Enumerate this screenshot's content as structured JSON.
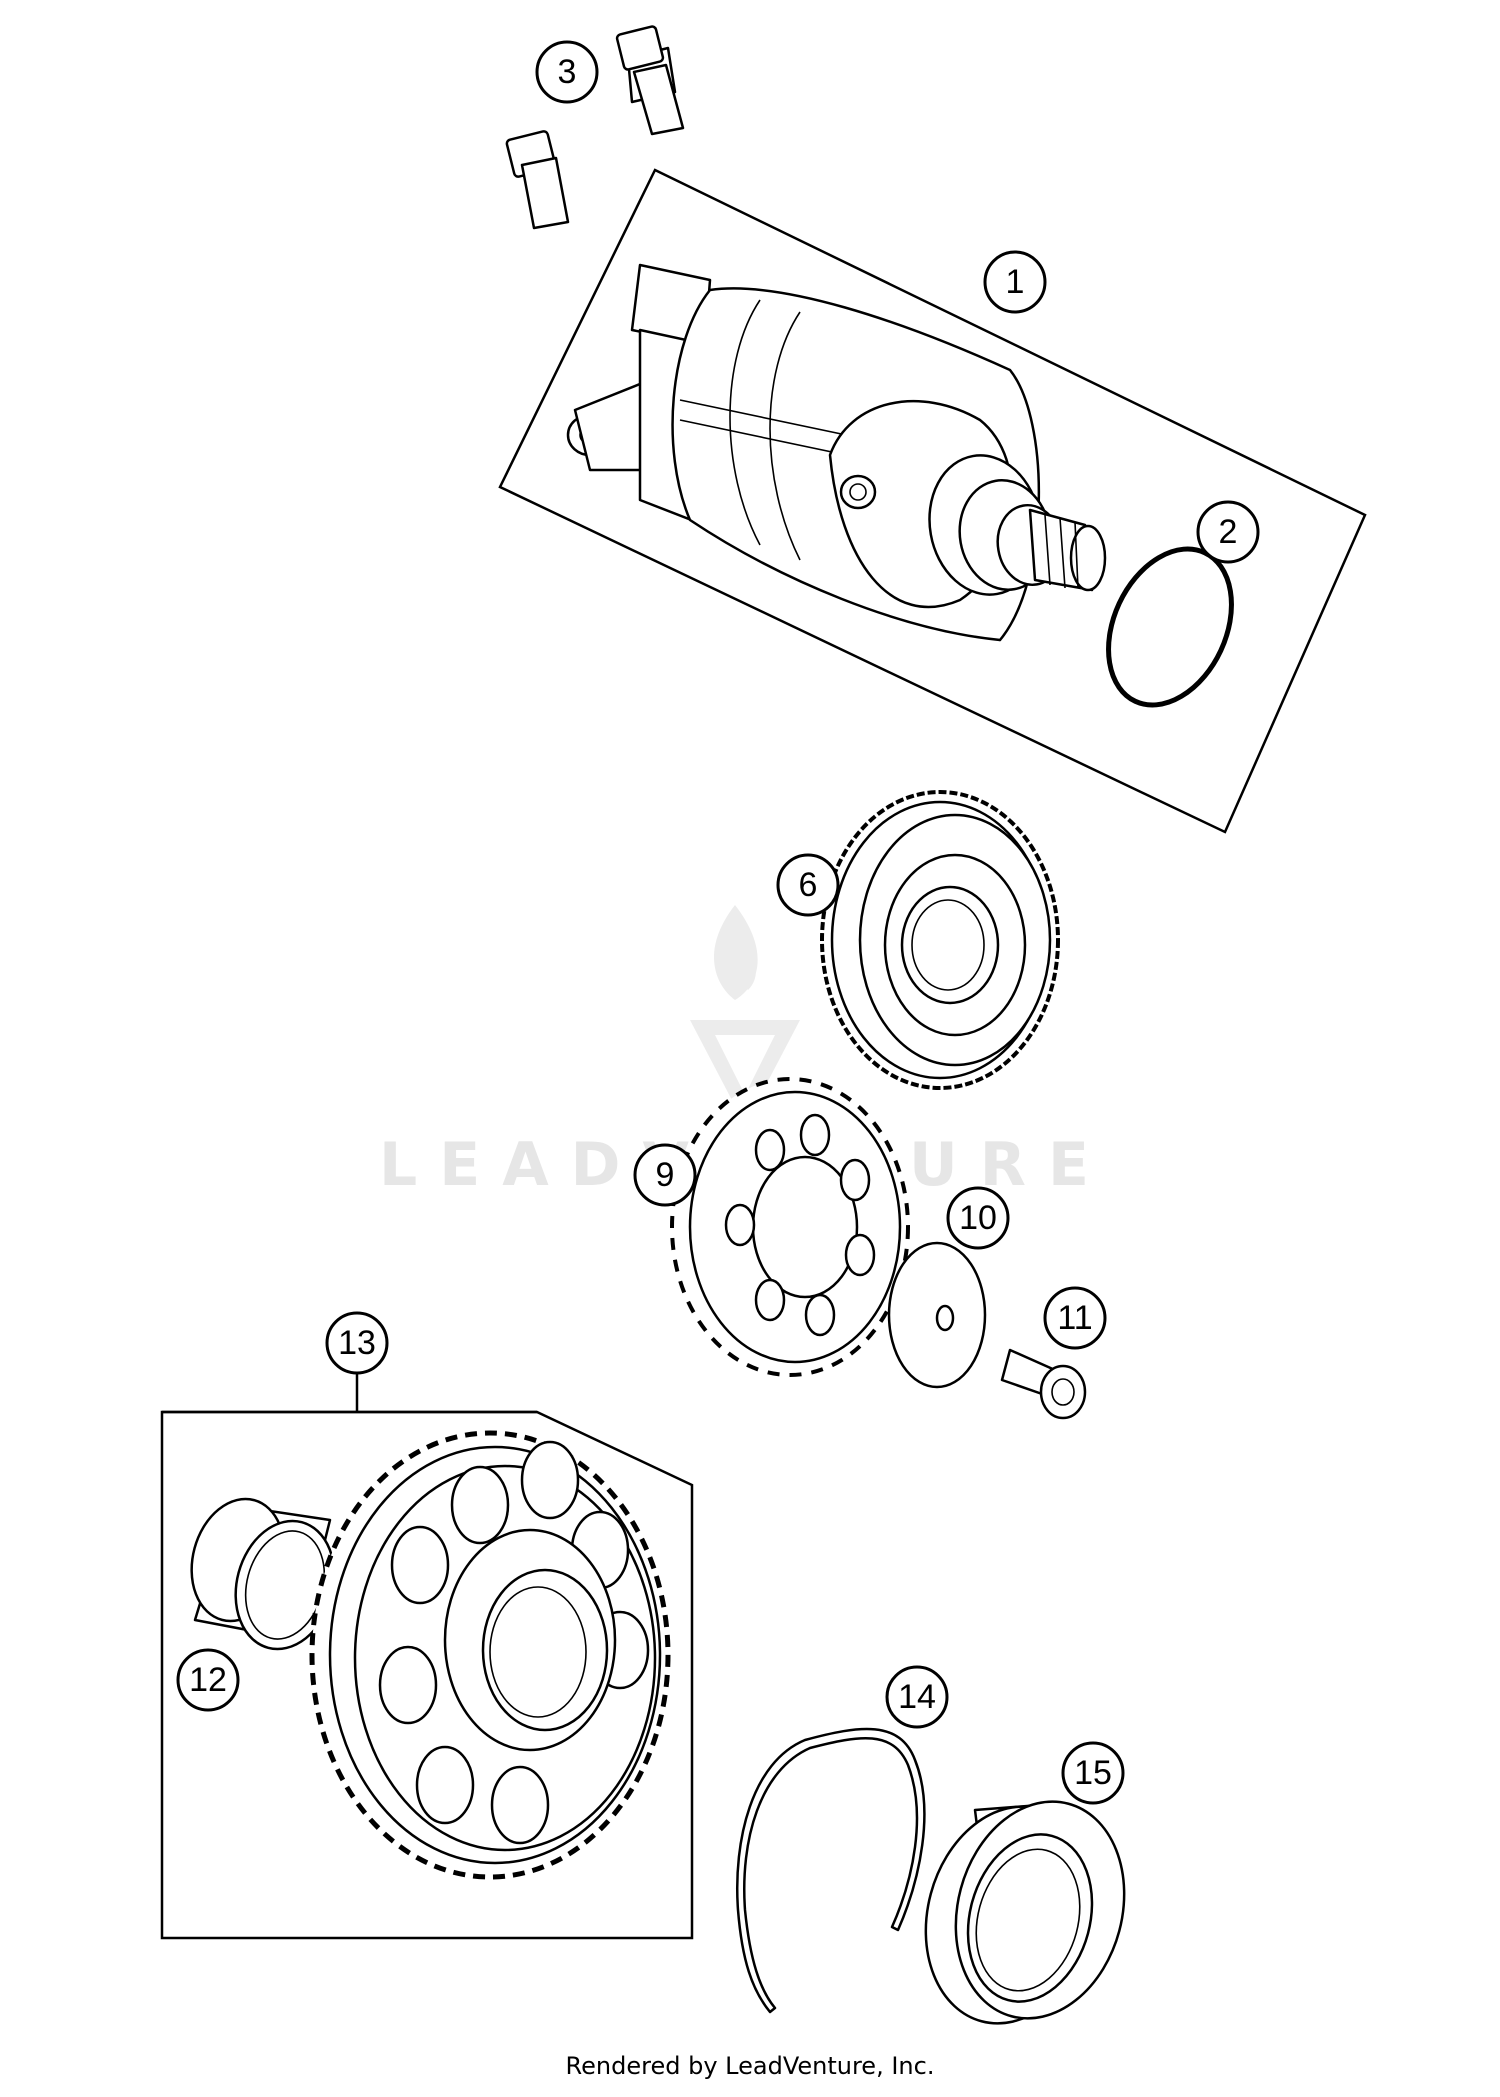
{
  "callouts": [
    {
      "id": "1",
      "label": "1"
    },
    {
      "id": "2",
      "label": "2"
    },
    {
      "id": "3",
      "label": "3"
    },
    {
      "id": "6",
      "label": "6"
    },
    {
      "id": "9",
      "label": "9"
    },
    {
      "id": "10",
      "label": "10"
    },
    {
      "id": "11",
      "label": "11"
    },
    {
      "id": "12",
      "label": "12"
    },
    {
      "id": "13",
      "label": "13"
    },
    {
      "id": "14",
      "label": "14"
    },
    {
      "id": "15",
      "label": "15"
    }
  ],
  "watermark": {
    "text": "LEADVENTURE"
  },
  "footer": {
    "text": "Rendered by LeadVenture, Inc."
  }
}
